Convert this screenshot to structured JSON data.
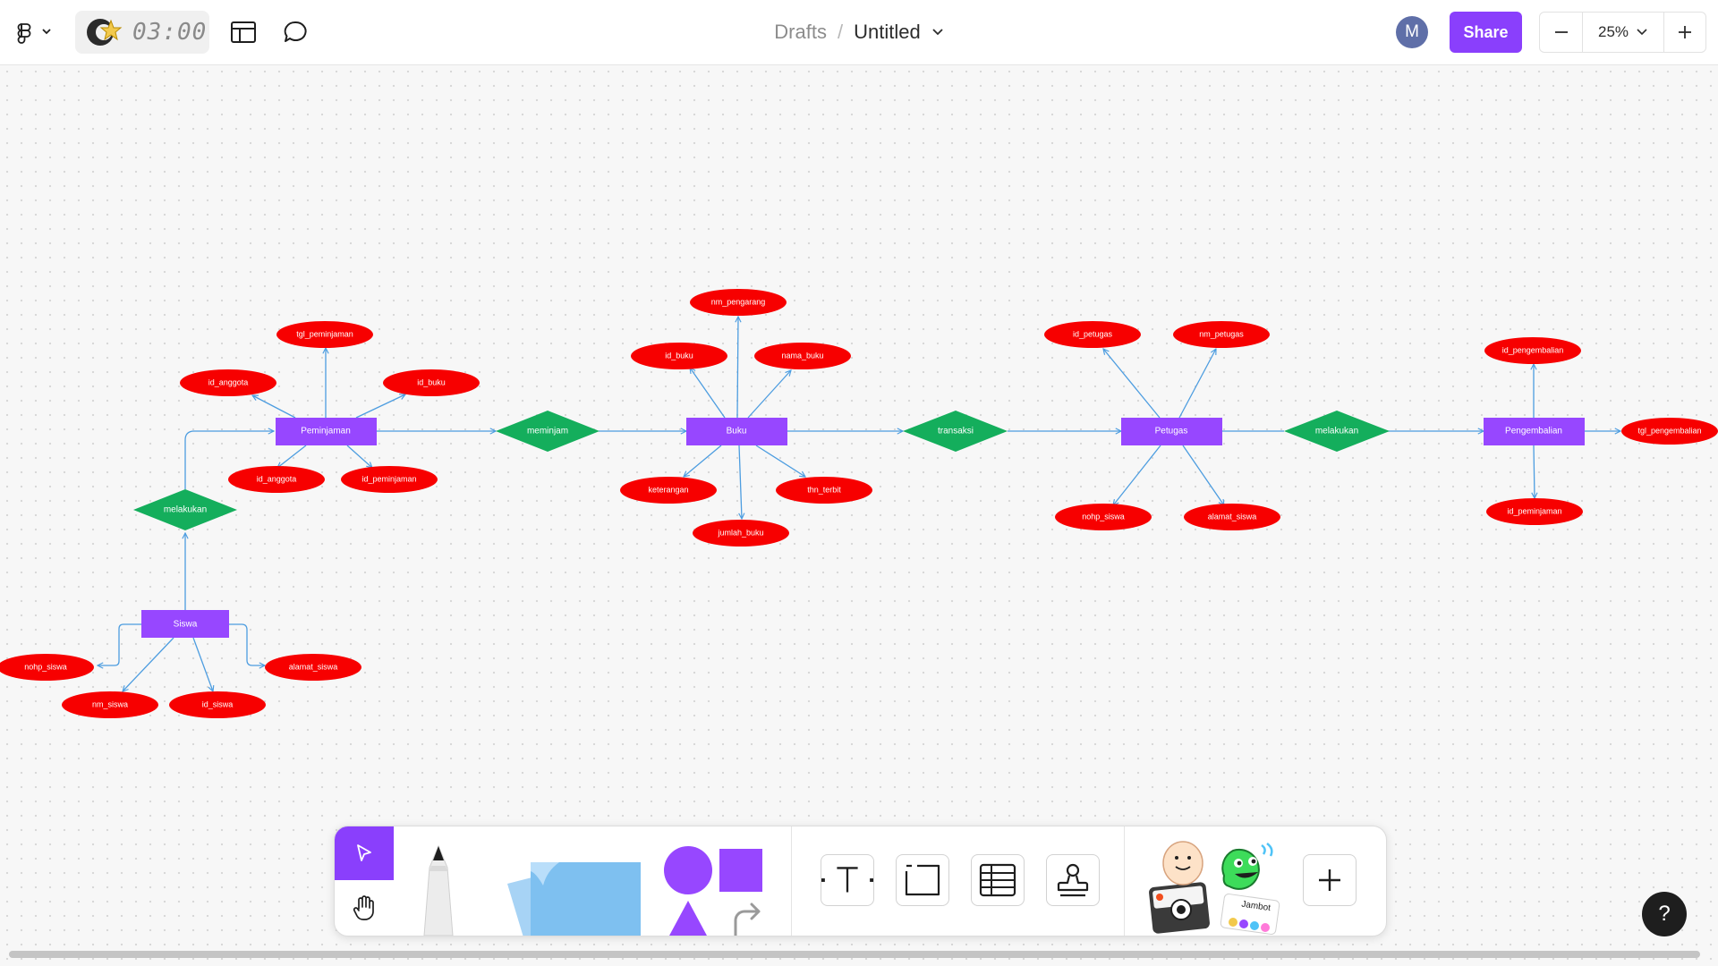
{
  "topbar": {
    "timer": "03:00",
    "breadcrumb": {
      "parent": "Drafts",
      "separator": "/",
      "title": "Untitled"
    },
    "avatar_initial": "M",
    "share_label": "Share",
    "zoom_level": "25%"
  },
  "diagram": {
    "colors": {
      "entity": "#9747ff",
      "relationship": "#14ae5c",
      "attribute": "#f70000",
      "connector": "#4d9de0"
    },
    "entities": [
      {
        "id": "peminjaman",
        "label": "Peminjaman"
      },
      {
        "id": "buku",
        "label": "Buku"
      },
      {
        "id": "petugas",
        "label": "Petugas"
      },
      {
        "id": "pengembalian",
        "label": "Pengembalian"
      },
      {
        "id": "siswa",
        "label": "Siswa"
      }
    ],
    "relationships": [
      {
        "id": "meminjam",
        "label": "meminjam"
      },
      {
        "id": "transaksi",
        "label": "transaksi"
      },
      {
        "id": "melakukan_petugas",
        "label": "melakukan"
      },
      {
        "id": "melakukan_siswa",
        "label": "melakukan"
      }
    ],
    "attributes": [
      {
        "id": "tgl_peminjaman",
        "label": "tgl_peminjaman",
        "owner": "peminjaman"
      },
      {
        "id": "id_anggota_1",
        "label": "id_anggota",
        "owner": "peminjaman"
      },
      {
        "id": "id_buku_1",
        "label": "id_buku",
        "owner": "peminjaman"
      },
      {
        "id": "id_anggota_2",
        "label": "id_anggota",
        "owner": "peminjaman"
      },
      {
        "id": "id_peminjaman_1",
        "label": "id_peminjaman",
        "owner": "peminjaman"
      },
      {
        "id": "nm_pengarang",
        "label": "nm_pengarang",
        "owner": "buku"
      },
      {
        "id": "id_buku_2",
        "label": "id_buku",
        "owner": "buku"
      },
      {
        "id": "nama_buku",
        "label": "nama_buku",
        "owner": "buku"
      },
      {
        "id": "keterangan",
        "label": "keterangan",
        "owner": "buku"
      },
      {
        "id": "thn_terbit",
        "label": "thn_terbit",
        "owner": "buku"
      },
      {
        "id": "jumlah_buku",
        "label": "jumlah_buku",
        "owner": "buku"
      },
      {
        "id": "id_petugas",
        "label": "id_petugas",
        "owner": "petugas"
      },
      {
        "id": "nm_petugas",
        "label": "nm_petugas",
        "owner": "petugas"
      },
      {
        "id": "nohp_siswa_1",
        "label": "nohp_siswa",
        "owner": "petugas"
      },
      {
        "id": "alamat_siswa_1",
        "label": "alamat_siswa",
        "owner": "petugas"
      },
      {
        "id": "id_pengembalian",
        "label": "id_pengembalian",
        "owner": "pengembalian"
      },
      {
        "id": "tgl_pengembalian",
        "label": "tgl_pengembalian",
        "owner": "pengembalian"
      },
      {
        "id": "id_peminjaman_2",
        "label": "id_peminjaman",
        "owner": "pengembalian"
      },
      {
        "id": "nohp_siswa_2",
        "label": "nohp_siswa",
        "owner": "siswa"
      },
      {
        "id": "alamat_siswa_2",
        "label": "alamat_siswa",
        "owner": "siswa"
      },
      {
        "id": "nm_siswa",
        "label": "nm_siswa",
        "owner": "siswa"
      },
      {
        "id": "id_siswa",
        "label": "id_siswa",
        "owner": "siswa"
      }
    ]
  },
  "toolbar": {
    "tools": [
      "move",
      "hand",
      "marker",
      "sticky-note",
      "shapes",
      "text",
      "section",
      "table",
      "stamp",
      "stickers",
      "more"
    ],
    "sticker_caption": "Jambot"
  },
  "help_label": "?"
}
